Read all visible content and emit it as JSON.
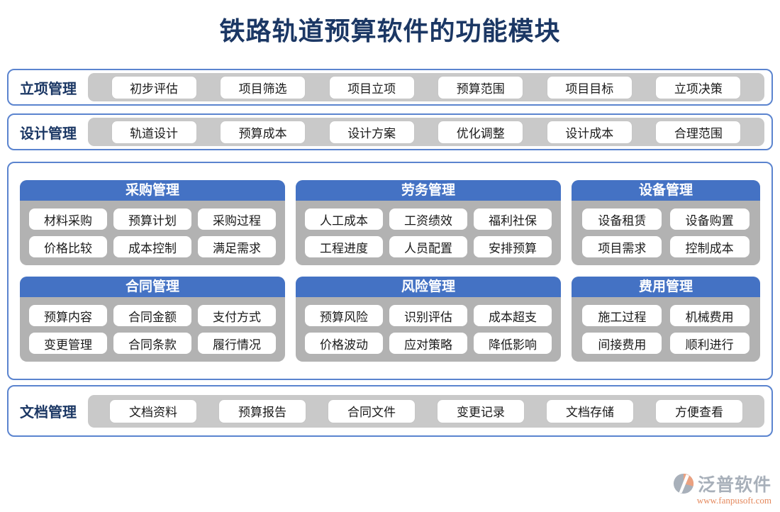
{
  "title": "铁路轨道预算软件的功能模块",
  "colors": {
    "title_navy": "#1b3764",
    "accent_blue": "#4472c4",
    "border_blue": "#5b84cf",
    "strip_gray": "#c9c9c9",
    "card_gray": "#b2b2b2",
    "logo_gray": "#9aa3ae",
    "logo_orange": "#e0733f"
  },
  "sections": [
    {
      "label": "立项管理",
      "items": [
        "初步评估",
        "项目筛选",
        "项目立项",
        "预算范围",
        "项目目标",
        "立项决策"
      ]
    },
    {
      "label": "设计管理",
      "items": [
        "轨道设计",
        "预算成本",
        "设计方案",
        "优化调整",
        "设计成本",
        "合理范围"
      ]
    },
    {
      "label": "文档管理",
      "items": [
        "文档资料",
        "预算报告",
        "合同文件",
        "变更记录",
        "文档存储",
        "方便查看"
      ]
    }
  ],
  "cards": [
    {
      "title": "采购管理",
      "items": [
        "材料采购",
        "预算计划",
        "采购过程",
        "价格比较",
        "成本控制",
        "满足需求"
      ]
    },
    {
      "title": "劳务管理",
      "items": [
        "人工成本",
        "工资绩效",
        "福利社保",
        "工程进度",
        "人员配置",
        "安排预算"
      ]
    },
    {
      "title": "设备管理",
      "items": [
        "设备租赁",
        "设备购置",
        "项目需求",
        "控制成本"
      ]
    },
    {
      "title": "合同管理",
      "items": [
        "预算内容",
        "合同金额",
        "支付方式",
        "变更管理",
        "合同条款",
        "履行情况"
      ]
    },
    {
      "title": "风险管理",
      "items": [
        "预算风险",
        "识别评估",
        "成本超支",
        "价格波动",
        "应对策略",
        "降低影响"
      ]
    },
    {
      "title": "费用管理",
      "items": [
        "施工过程",
        "机械费用",
        "间接费用",
        "顺利进行"
      ]
    }
  ],
  "logo": {
    "name": "泛普软件",
    "url": "www.fanpusoft.com"
  }
}
